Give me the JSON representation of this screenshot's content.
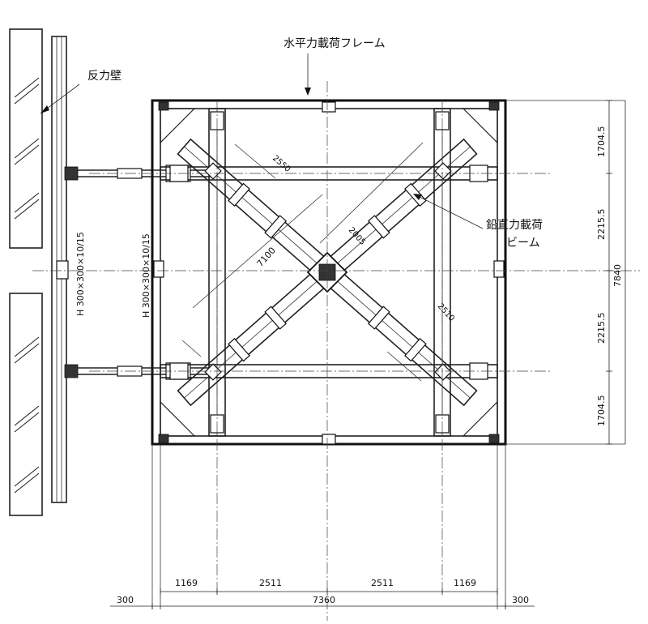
{
  "labels": {
    "reaction_wall": "反力壁",
    "horizontal_frame": "水平力載荷フレーム",
    "vertical_beam_line1": "鉛直力載荷",
    "vertical_beam_line2": "ビーム",
    "h_beam_left": "H 300×300×10/15",
    "h_beam_inner": "H 300×300×10/15"
  },
  "dimensions": {
    "bottom_outer_left": "300",
    "bottom_outer_right": "300",
    "bottom_total": "7360",
    "bottom_segments": [
      "1169",
      "2511",
      "2511",
      "1169"
    ],
    "right_segments": [
      "1704.5",
      "2215.5",
      "2215.5",
      "1704.5"
    ],
    "right_total": "7840",
    "diag_7100": "7100",
    "diag_2550": "2550",
    "diag_2005": "2005",
    "diag_2510": "2510"
  }
}
